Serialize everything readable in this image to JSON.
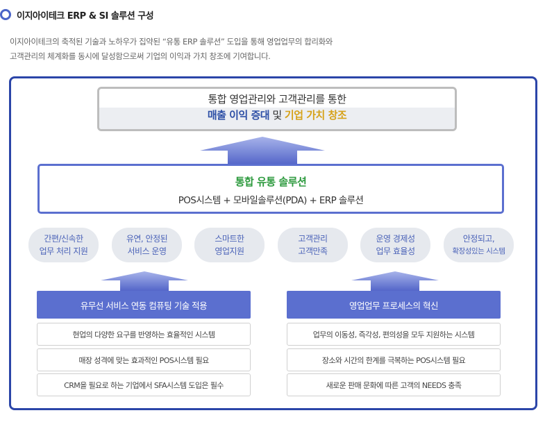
{
  "header": {
    "title": "이지아이테크 ERP & SI 솔루션 구성"
  },
  "intro": {
    "line1": "이지아이테크의 축적된 기술과 노하우가 집약된 “유통 ERP 솔루션” 도입을 통해 영업업무의 합리화와",
    "line2": "고객관리의 체계화를 동시에 달성함으로써 기업의 이익과 가치 창조에 기여합니다."
  },
  "top": {
    "line1": "통합 영업관리와 고객관리를 통한",
    "part_blue": "매출 이익 증대",
    "part_mid": " 및 ",
    "part_gold": "기업 가치 창조"
  },
  "solution": {
    "title": "통합 유통 솔루션",
    "subtitle": "POS시스템 + 모바일솔루션(PDA) + ERP 솔루션"
  },
  "pills": [
    {
      "l1": "간편/신속한",
      "l2": "업무 처리 지원"
    },
    {
      "l1": "유연, 안정된",
      "l2": "서비스 운영"
    },
    {
      "l1": "스마트한",
      "l2": "영업지원"
    },
    {
      "l1": "고객관리",
      "l2": "고객만족"
    },
    {
      "l1": "운영 경제성",
      "l2": "업무 효율성"
    },
    {
      "l1": "안정되고,",
      "l2": "확장성있는 시스템"
    }
  ],
  "left": {
    "title": "유무선 서비스 연동 컴퓨팅 기술 적용",
    "items": [
      "현업의 다양한 요구를 반영하는 효율적인 시스템",
      "매장 성격에 맞는 효과적인 POS시스템 필요",
      "CRM을 필요로 하는 기업에서 SFA시스템 도입은 필수"
    ]
  },
  "right": {
    "title": "영업업무 프로세스의 혁신",
    "items": [
      "업무의 이동성, 즉각성, 편의성을 모두 지원하는 시스템",
      "장소와 시간의 한계를 극복하는 POS시스템 필요",
      "새로운 판매 문화에 따른 고객의 NEEDS 충족"
    ]
  },
  "colors": {
    "frame": "#2b45a8",
    "accent": "#5b6fcf",
    "green": "#2d9a3e",
    "gold": "#d6a21a",
    "pill_bg": "#e6e9ee"
  }
}
